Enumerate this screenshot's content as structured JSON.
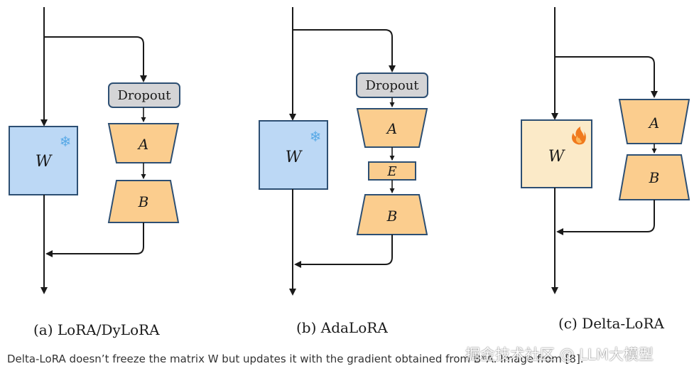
{
  "colors": {
    "frozen_fill": "#bcd8f5",
    "frozen_stroke": "#2d4f73",
    "trainable_fill": "#fbeac8",
    "trainable_stroke": "#2d4f73",
    "adapter_fill": "#fbcd8e",
    "dropout_fill": "#d4d4d6",
    "arrow": "#1a1a1a",
    "snowflake": "#58a9e6",
    "fire": "#f07a1e"
  },
  "panels": {
    "a": {
      "caption": "(a) LoRA/DyLoRA",
      "dropout_label": "Dropout",
      "w_label": "W",
      "a_label": "A",
      "b_label": "B",
      "w_icon": "snowflake-icon"
    },
    "b": {
      "caption": "(b) AdaLoRA",
      "dropout_label": "Dropout",
      "w_label": "W",
      "a_label": "A",
      "e_label": "E",
      "b_label": "B",
      "w_icon": "snowflake-icon"
    },
    "c": {
      "caption": "(c) Delta-LoRA",
      "w_label": "W",
      "a_label": "A",
      "b_label": "B",
      "w_icon": "fire-icon"
    }
  },
  "caption": "Delta-LoRA doesn’t freeze the matrix W but updates it with the gradient obtained from B*A. Image from [8].",
  "watermark": "掘金技术社区 @ LLM大模型"
}
